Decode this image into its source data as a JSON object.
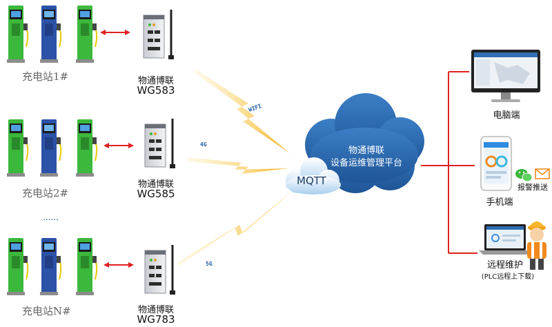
{
  "stations": [
    {
      "label": "充电站1#",
      "gateway_name": "物通博联",
      "gateway_model": "WG583"
    },
    {
      "label": "充电站2#",
      "gateway_name": "物通博联",
      "gateway_model": "WG585"
    },
    {
      "label": "充电站N#",
      "gateway_name": "物通博联",
      "gateway_model": "WG783"
    }
  ],
  "ellipsis": "......",
  "links": {
    "wifi": "WIFI",
    "g4": "4G",
    "g5": "5G"
  },
  "mqtt": "MQTT",
  "platform": {
    "line1": "物通博联",
    "line2": "设备运维管理平台"
  },
  "terminals": {
    "pc": "电脑端",
    "mobile": "手机端",
    "alarm": "报警推送",
    "remote": "远程维护",
    "remote_sub": "(PLC远程上下载)"
  },
  "colors": {
    "cloud": "#2f6db3",
    "bolt": "#f3b21b",
    "red": "#e02020",
    "pile_green": "#3cb83c",
    "pile_blue": "#2c52a8"
  }
}
